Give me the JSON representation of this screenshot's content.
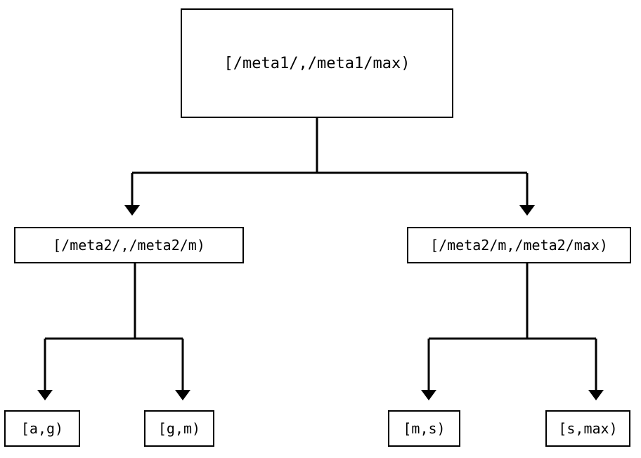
{
  "diagram": {
    "type": "interval-partition-tree",
    "background_color": "#ffffff",
    "line_color": "#000000",
    "text_color": "#000000",
    "nodes": {
      "root": {
        "label": "[/meta1/,/meta1/max)"
      },
      "mid_left": {
        "label": "[/meta2/,/meta2/m)"
      },
      "mid_right": {
        "label": "[/meta2/m,/meta2/max)"
      },
      "leaf_1": {
        "label": "[a,g)"
      },
      "leaf_2": {
        "label": "[g,m)"
      },
      "leaf_3": {
        "label": "[m,s)"
      },
      "leaf_4": {
        "label": "[s,max)"
      }
    },
    "edges": [
      {
        "from": "root",
        "to": "mid_left",
        "arrow": "down-triangle"
      },
      {
        "from": "root",
        "to": "mid_right",
        "arrow": "down-triangle"
      },
      {
        "from": "mid_left",
        "to": "leaf_1",
        "arrow": "down-triangle"
      },
      {
        "from": "mid_left",
        "to": "leaf_2",
        "arrow": "down-triangle"
      },
      {
        "from": "mid_right",
        "to": "leaf_3",
        "arrow": "down-triangle"
      },
      {
        "from": "mid_right",
        "to": "leaf_4",
        "arrow": "down-triangle"
      }
    ]
  }
}
